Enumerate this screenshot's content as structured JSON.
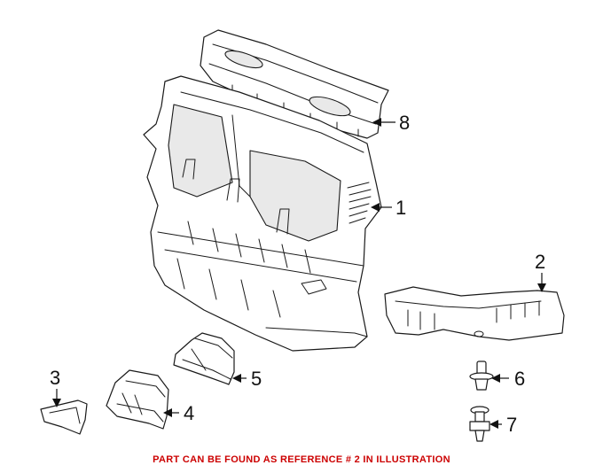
{
  "diagram": {
    "callouts": [
      {
        "id": "1",
        "label": "1"
      },
      {
        "id": "2",
        "label": "2"
      },
      {
        "id": "3",
        "label": "3"
      },
      {
        "id": "4",
        "label": "4"
      },
      {
        "id": "5",
        "label": "5"
      },
      {
        "id": "6",
        "label": "6"
      },
      {
        "id": "7",
        "label": "7"
      },
      {
        "id": "8",
        "label": "8"
      }
    ]
  },
  "footer": {
    "note": "PART CAN BE FOUND AS REFERENCE # 2 IN ILLUSTRATION",
    "note_color": "#cc0000"
  }
}
